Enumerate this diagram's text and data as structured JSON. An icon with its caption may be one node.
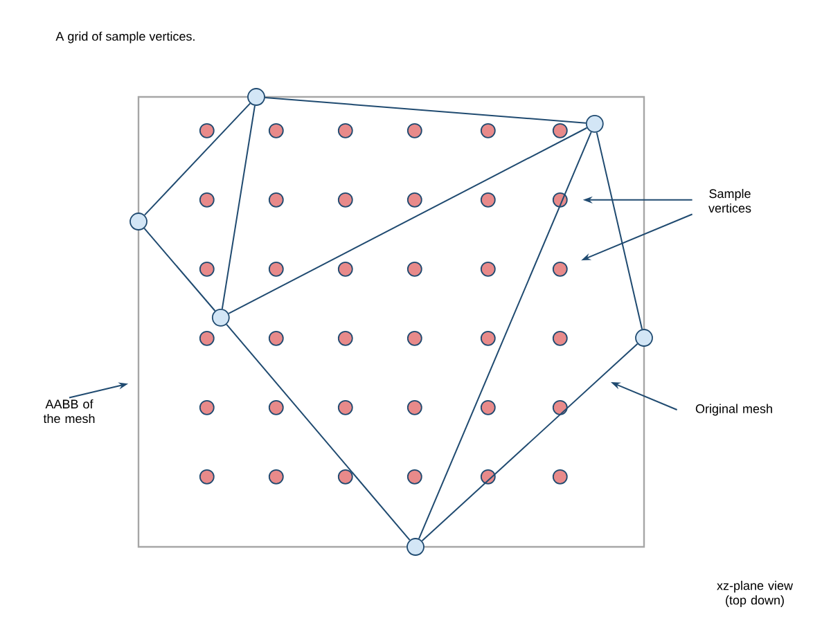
{
  "diagram": {
    "title": "A grid of sample vertices.",
    "nodes": [
      {
        "text": [],
        "shape": "box"
      },
      {
        "text": [],
        "shape": "circle"
      },
      {
        "text": [],
        "shape": "circle",
        "in": 0
      },
      {
        "text": [],
        "shape": "circle"
      },
      {
        "text": [],
        "shape": "circle",
        "in": 0
      },
      {
        "text": [],
        "shape": "circle"
      },
      {
        "text": [],
        "shape": "circle"
      },
      {
        "text": [],
        "shape": "circle",
        "in": 0
      },
      {
        "text": [],
        "shape": "circle",
        "in": 0
      },
      {
        "text": [],
        "shape": "circle",
        "in": 0
      },
      {
        "text": [],
        "shape": "circle",
        "in": 0
      },
      {
        "text": [],
        "shape": "circle",
        "in": 0
      },
      {
        "text": [],
        "shape": "circle",
        "in": 0
      },
      {
        "text": [],
        "shape": "circle",
        "in": 0
      },
      {
        "text": [],
        "shape": "circle",
        "in": 0
      },
      {
        "text": [],
        "shape": "circle",
        "in": 0
      },
      {
        "text": [],
        "shape": "circle",
        "in": 0
      },
      {
        "text": [],
        "shape": "circle",
        "in": 0
      },
      {
        "text": [],
        "shape": "circle",
        "in": 0
      },
      {
        "text": [],
        "shape": "circle",
        "in": 0
      },
      {
        "text": [],
        "shape": "circle",
        "in": 0
      },
      {
        "text": [],
        "shape": "circle",
        "in": 0
      },
      {
        "text": [],
        "shape": "circle",
        "in": 0
      },
      {
        "text": [],
        "shape": "circle",
        "in": 0
      },
      {
        "text": [],
        "shape": "circle",
        "in": 0
      },
      {
        "text": [],
        "shape": "circle",
        "in": 0
      },
      {
        "text": [],
        "shape": "circle",
        "in": 0
      },
      {
        "text": [],
        "shape": "circle",
        "in": 0
      },
      {
        "text": [],
        "shape": "circle",
        "in": 0
      },
      {
        "text": [],
        "shape": "circle",
        "in": 0
      },
      {
        "text": [],
        "shape": "circle",
        "in": 0
      },
      {
        "text": [],
        "shape": "circle",
        "in": 0
      },
      {
        "text": [],
        "shape": "circle",
        "in": 0
      },
      {
        "text": [],
        "shape": "circle",
        "in": 0
      },
      {
        "text": [],
        "shape": "circle",
        "in": 0
      },
      {
        "text": [],
        "shape": "circle",
        "in": 0
      },
      {
        "text": [],
        "shape": "circle",
        "in": 0
      },
      {
        "text": [],
        "shape": "circle",
        "in": 0
      },
      {
        "text": [],
        "shape": "circle",
        "in": 0
      },
      {
        "text": [],
        "shape": "circle",
        "in": 0
      },
      {
        "text": [],
        "shape": "circle",
        "in": 0
      },
      {
        "text": [],
        "shape": "circle",
        "in": 0
      },
      {
        "text": [],
        "shape": "circle",
        "in": 0
      },
      {
        "text": [
          "Sample vertices"
        ]
      },
      {
        "text": [
          "Original mesh"
        ]
      },
      {
        "text": [
          "AABB of the mesh"
        ]
      }
    ],
    "edges": [
      {
        "from": 1,
        "to": 2,
        "arrow": "none"
      },
      {
        "from": 1,
        "to": 3,
        "arrow": "none"
      },
      {
        "from": 1,
        "to": 4,
        "arrow": "none"
      },
      {
        "from": 3,
        "to": 4,
        "arrow": "none"
      },
      {
        "from": 4,
        "to": 2,
        "arrow": "none"
      },
      {
        "from": 4,
        "to": 6,
        "arrow": "none"
      },
      {
        "from": 2,
        "to": 6,
        "arrow": "none"
      },
      {
        "from": 2,
        "to": 5,
        "arrow": "none"
      },
      {
        "from": 5,
        "to": 6,
        "arrow": "none"
      },
      {
        "from": 43,
        "to": 18,
        "arrow": "to"
      },
      {
        "from": 43,
        "to": 24,
        "arrow": "to"
      },
      {
        "from": 44,
        "to": null,
        "arrow": "to"
      },
      {
        "from": 45,
        "to": 0,
        "arrow": "to"
      }
    ],
    "labels": [
      "xz-plane view (top down)"
    ]
  }
}
